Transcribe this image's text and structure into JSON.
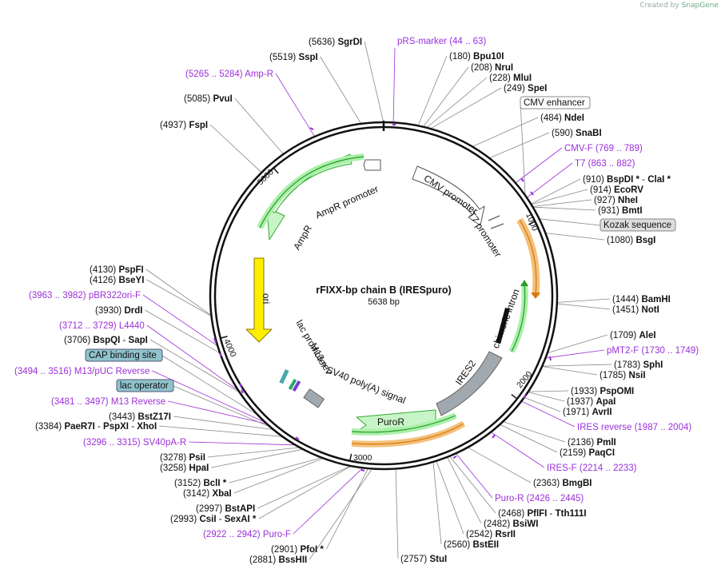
{
  "credit": {
    "prefix": "Created by",
    "brand": "SnapGene"
  },
  "plasmid": {
    "name": "rFIXX-bp chain B (IRESpuro)",
    "length": "5638 bp"
  },
  "ticks": [
    "1000",
    "2000",
    "3000",
    "4000",
    "5000"
  ],
  "colors": {
    "primer": "#9b30d9",
    "green": "#c8f5c8",
    "orange": "#e8a040",
    "gray": "#a0a8b0",
    "yellow": "#ffee00",
    "boxed": "#dddddd",
    "teal": "#8fc3cc"
  },
  "sites": [
    {
      "pos": "(5636)",
      "name": "SgrDI"
    },
    {
      "pos": "(5519)",
      "name": "SspI"
    },
    {
      "pos": "(5085)",
      "name": "PvuI"
    },
    {
      "pos": "(4937)",
      "name": "FspI"
    },
    {
      "pos": "(180)",
      "name": "Bpu10I"
    },
    {
      "pos": "(208)",
      "name": "NruI"
    },
    {
      "pos": "(228)",
      "name": "MluI"
    },
    {
      "pos": "(249)",
      "name": "SpeI"
    },
    {
      "pos": "(484)",
      "name": "NdeI"
    },
    {
      "pos": "(590)",
      "name": "SnaBI"
    },
    {
      "pos": "(910)",
      "name": "BspDI *",
      "name2": "ClaI *"
    },
    {
      "pos": "(914)",
      "name": "EcoRV"
    },
    {
      "pos": "(927)",
      "name": "NheI"
    },
    {
      "pos": "(931)",
      "name": "BmtI"
    },
    {
      "pos": "(1080)",
      "name": "BsgI"
    },
    {
      "pos": "(1444)",
      "name": "BamHI"
    },
    {
      "pos": "(1451)",
      "name": "NotI"
    },
    {
      "pos": "(1709)",
      "name": "AleI"
    },
    {
      "pos": "(1783)",
      "name": "SphI"
    },
    {
      "pos": "(1785)",
      "name": "NsiI"
    },
    {
      "pos": "(1933)",
      "name": "PspOMI"
    },
    {
      "pos": "(1937)",
      "name": "ApaI"
    },
    {
      "pos": "(1971)",
      "name": "AvrII"
    },
    {
      "pos": "(2136)",
      "name": "PmlI"
    },
    {
      "pos": "(2159)",
      "name": "PaqCI"
    },
    {
      "pos": "(2363)",
      "name": "BmgBI"
    },
    {
      "pos": "(2468)",
      "name": "PflFI",
      "name2": "Tth111I"
    },
    {
      "pos": "(2482)",
      "name": "BsiWI"
    },
    {
      "pos": "(2542)",
      "name": "RsrII"
    },
    {
      "pos": "(2560)",
      "name": "BstEII"
    },
    {
      "pos": "(2757)",
      "name": "StuI"
    },
    {
      "pos": "(4130)",
      "name": "PspFI"
    },
    {
      "pos": "(4126)",
      "name": "BseYI"
    },
    {
      "pos": "(3930)",
      "name": "DrdI"
    },
    {
      "pos": "(3706)",
      "name": "BspQI",
      "name2": "SapI"
    },
    {
      "pos": "(3443)",
      "name": "BstZ17I"
    },
    {
      "pos": "(3384)",
      "name": "PaeR7I",
      "name2": "PspXI",
      "name3": "XhoI"
    },
    {
      "pos": "(3278)",
      "name": "PsiI"
    },
    {
      "pos": "(3258)",
      "name": "HpaI"
    },
    {
      "pos": "(3152)",
      "name": "BclI *"
    },
    {
      "pos": "(3142)",
      "name": "XbaI"
    },
    {
      "pos": "(2997)",
      "name": "BstAPI"
    },
    {
      "pos": "(2993)",
      "name": "CsiI",
      "name2": "SexAI *"
    },
    {
      "pos": "(2901)",
      "name": "PfoI *"
    },
    {
      "pos": "(2881)",
      "name": "BssHII"
    }
  ],
  "primers": [
    {
      "name": "pRS-marker",
      "range": "(44 .. 63)"
    },
    {
      "name": "Amp-R",
      "range": "(5265 .. 5284)"
    },
    {
      "name": "CMV-F",
      "range": "(769 .. 789)"
    },
    {
      "name": "T7",
      "range": "(863 .. 882)"
    },
    {
      "name": "pMT2-F",
      "range": "(1730 .. 1749)"
    },
    {
      "name": "IRES reverse",
      "range": "(1987 .. 2004)"
    },
    {
      "name": "IRES-F",
      "range": "(2214 .. 2233)"
    },
    {
      "name": "Puro-R",
      "range": "(2426 .. 2445)"
    },
    {
      "name": "Puro-F",
      "range": "(2922 .. 2942)"
    },
    {
      "name": "pBR322ori-F",
      "range": "(3963 .. 3982)"
    },
    {
      "name": "L4440",
      "range": "(3712 .. 3729)"
    },
    {
      "name": "M13/pUC Reverse",
      "range": "(3494 .. 3516)"
    },
    {
      "name": "M13 Reverse",
      "range": "(3481 .. 3497)"
    },
    {
      "name": "SV40pA-R",
      "range": "(3296 .. 3315)"
    }
  ],
  "boxed": {
    "cmv_enhancer": "CMV enhancer",
    "kozak": "Kozak sequence",
    "cap": "CAP binding site",
    "lac": "lac operator"
  },
  "features": {
    "ampr_promoter": "AmpR promoter",
    "ampr": "AmpR",
    "ori": "ori",
    "cmv_promoter": "CMV promoter",
    "t7_promoter": "T7 promoter",
    "chimeric_intron": "chimeric intron",
    "ires2": "IRES2",
    "puror": "PuroR",
    "sv40": "SV40 poly(A) signal",
    "lac_promoter": "lac promoter",
    "m13_rev": "M13 rev"
  }
}
